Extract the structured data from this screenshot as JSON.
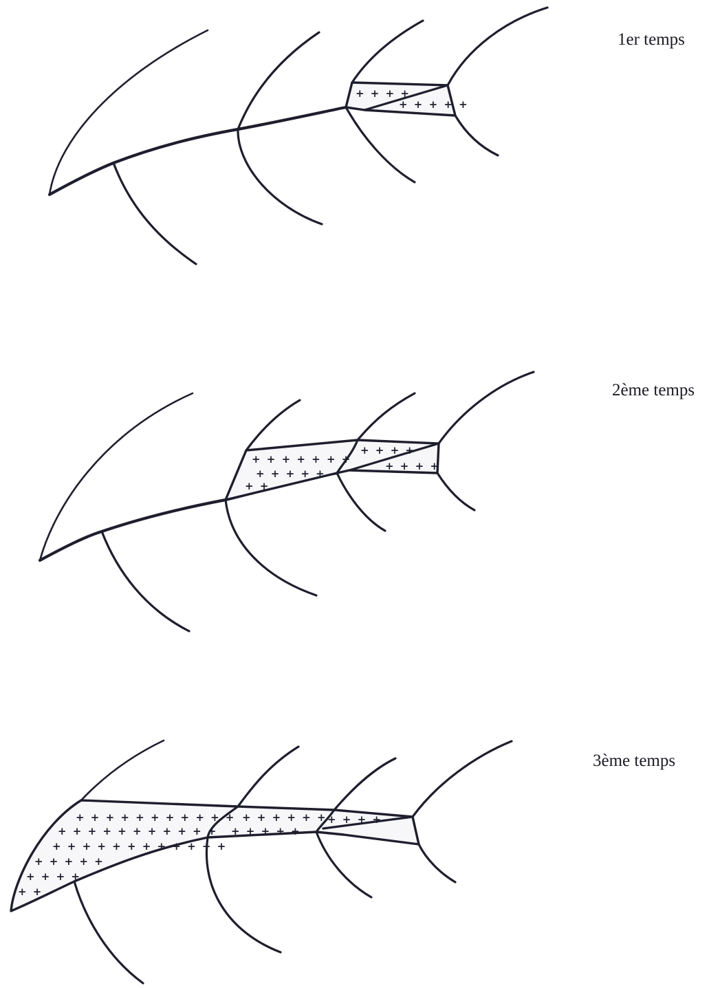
{
  "stages": [
    {
      "label": "1er temps"
    },
    {
      "label": "2ème temps"
    },
    {
      "label": "3ème temps"
    }
  ],
  "colors": {
    "ink": "#1e1e2e",
    "zone_fill": "#f7f7f9",
    "background": "#ffffff"
  },
  "icons": {
    "zone_marker": "plus-sign-pattern"
  }
}
